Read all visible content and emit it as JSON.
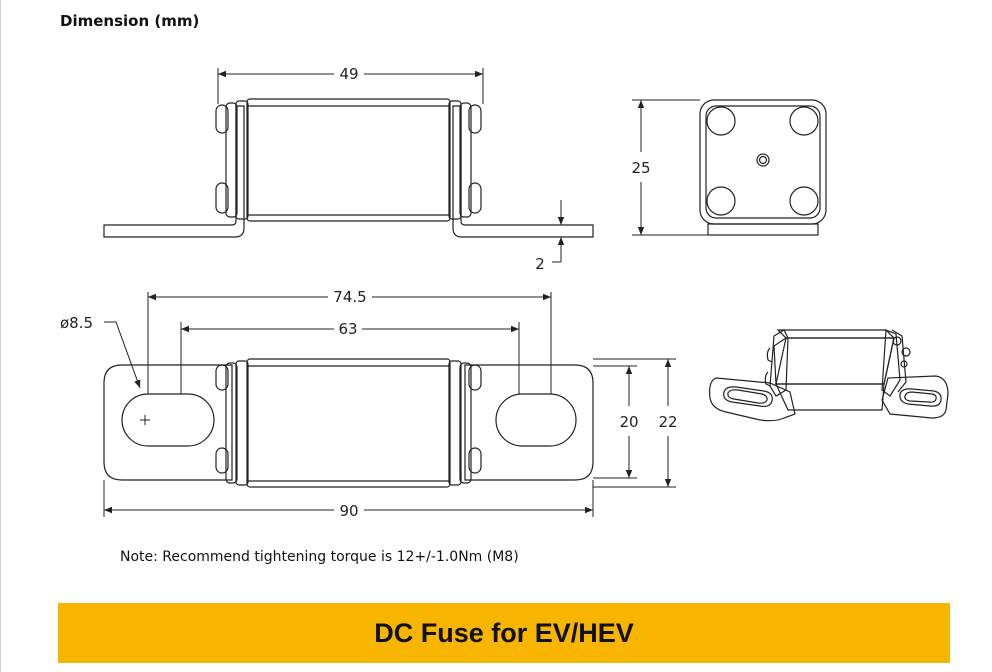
{
  "heading": "Dimension (mm)",
  "dimensions": {
    "top_width": "49",
    "side_height": "25",
    "plate_thickness": "2",
    "hole_diameter": "ø8.5",
    "hole_center_distance": "74.5",
    "inner_distance": "63",
    "total_length": "90",
    "body_width": "20",
    "plate_width": "22"
  },
  "note": "Note: Recommend tightening torque is 12+/-1.0Nm (M8)",
  "banner_title": "DC Fuse for EV/HEV",
  "colors": {
    "banner": "#f7b500",
    "line": "#222222"
  }
}
